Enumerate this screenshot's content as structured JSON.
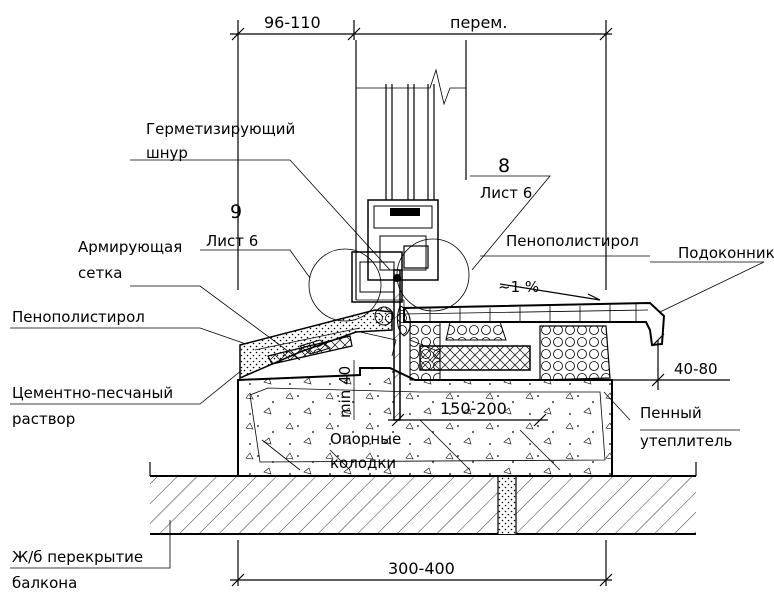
{
  "dimensions": {
    "frame_width": "96-110",
    "variable": "перем.",
    "slope": "~1 %",
    "sill_height": "40-80",
    "min_distance": "min 40",
    "support_spacing": "150-200",
    "base_width": "300-400"
  },
  "callouts": {
    "detail_8": {
      "number": "8",
      "sheet": "Лист 6"
    },
    "detail_9": {
      "number": "9",
      "sheet": "Лист 6"
    }
  },
  "labels": {
    "sealing_cord_1": "Герметизирующий",
    "sealing_cord_2": "шнур",
    "mesh_1": "Армирующая",
    "mesh_2": "сетка",
    "eps_left": "Пенополистирол",
    "eps_right": "Пенополистирол",
    "sill": "Подоконник",
    "mortar_1": "Цементно-песчаный",
    "mortar_2": "раствор",
    "foam_1": "Пенный",
    "foam_2": "утеплитель",
    "supports_1": "Опорные",
    "supports_2": "колодки",
    "slab_1": "Ж/б перекрытие",
    "slab_2": "балкона"
  }
}
